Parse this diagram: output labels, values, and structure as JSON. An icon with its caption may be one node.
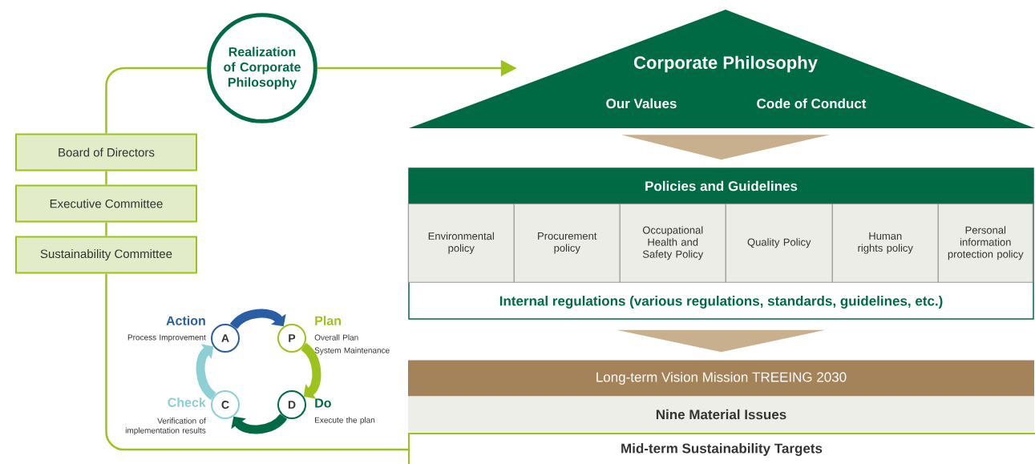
{
  "diagram": {
    "nodes": [
      {
        "text": [
          "Realization of Corporate Philosophy"
        ]
      },
      {
        "text": [
          "Corporate Philosophy",
          "Our Values",
          "Code of Conduct"
        ]
      },
      {
        "text": [
          "Policies and Guidelines",
          "Internal regulations (various regulations, standards, guidelines, etc.)"
        ]
      },
      {
        "text": [
          "Environmental policy"
        ],
        "in": 2
      },
      {
        "text": [
          "Procurement policy"
        ],
        "in": 2
      },
      {
        "text": [
          "Occupational Health and Safety Policy"
        ],
        "in": 2
      },
      {
        "text": [
          "Quality Policy"
        ],
        "in": 2
      },
      {
        "text": [
          "Human rights policy"
        ],
        "in": 2
      },
      {
        "text": [
          "Personal information protection policy"
        ],
        "in": 2
      },
      {
        "text": [
          "Board of Directors"
        ]
      },
      {
        "text": [
          "Executive Committee"
        ]
      },
      {
        "text": [
          "Sustainability Committee"
        ]
      },
      {
        "text": [
          "Long-term Vision Mission TREEING 2030"
        ]
      },
      {
        "text": [
          "Nine Material Issues"
        ]
      },
      {
        "text": [
          "Mid-term Sustainability Targets"
        ]
      },
      {
        "text": [
          "A"
        ],
        "beside": [
          "Action",
          "Process Improvement"
        ]
      },
      {
        "text": [
          "P"
        ],
        "beside": [
          "Plan",
          "Overall Plan",
          "System Maintenance"
        ]
      },
      {
        "text": [
          "D"
        ],
        "beside": [
          "Do",
          "Execute the plan"
        ]
      },
      {
        "text": [
          "C"
        ],
        "beside": [
          "Check",
          "Verification of implementation results"
        ]
      }
    ],
    "edges": [
      {
        "from": 9,
        "to": 0,
        "arrow": "none"
      },
      {
        "from": 0,
        "to": 1,
        "arrow": "to"
      },
      {
        "from": 1,
        "to": 2,
        "arrow": "to",
        "color": "#c8b08e"
      },
      {
        "from": 2,
        "to": 12,
        "arrow": "to",
        "color": "#c8b08e"
      },
      {
        "from": 9,
        "to": 10,
        "arrow": "none"
      },
      {
        "from": 10,
        "to": 11,
        "arrow": "none"
      },
      {
        "from": 11,
        "to": 14,
        "arrow": "none"
      },
      {
        "from": 15,
        "to": 16,
        "arrow": "to",
        "style": "thick",
        "color": "#2a5ea4"
      },
      {
        "from": 16,
        "to": 17,
        "arrow": "to",
        "style": "thick",
        "color": "#9bc31c"
      },
      {
        "from": 17,
        "to": 18,
        "arrow": "to",
        "style": "thick",
        "color": "#006a45"
      },
      {
        "from": 18,
        "to": 15,
        "arrow": "to",
        "style": "thick",
        "color": "#8ccfd4"
      }
    ]
  }
}
